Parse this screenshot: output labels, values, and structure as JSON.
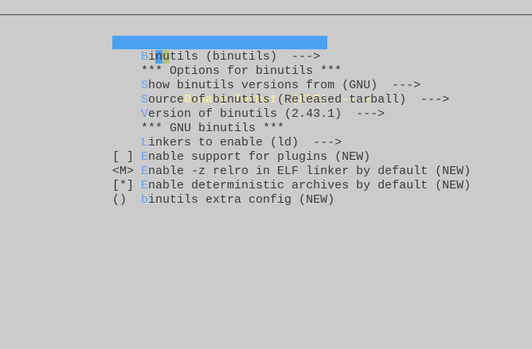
{
  "menu": {
    "items": [
      {
        "prefix": "",
        "hotkey": "B",
        "rest": "inary format: (ELF)  --->",
        "selected": true
      },
      {
        "prefix": "",
        "hotkey": "B",
        "rest": "inutils (binutils)  --->"
      },
      {
        "prefix": "",
        "hotkey": "",
        "rest": "*** Options for binutils ***"
      },
      {
        "prefix": "",
        "hotkey": "S",
        "rest": "how binutils versions from (GNU)  --->"
      },
      {
        "prefix": "",
        "hotkey": "S",
        "rest": "ource of binutils (Released tarball)  --->"
      },
      {
        "prefix": "",
        "hotkey": "V",
        "rest": "ersion of binutils (2.43.1)  --->"
      },
      {
        "prefix": "",
        "hotkey": "",
        "rest": "*** GNU binutils ***"
      },
      {
        "prefix": "",
        "hotkey": "L",
        "rest": "inkers to enable (ld)  --->"
      },
      {
        "prefix": "[ ]",
        "hotkey": "E",
        "rest": "nable support for plugins (NEW)"
      },
      {
        "prefix": "<M>",
        "hotkey": "E",
        "rest": "nable -z relro in ELF linker by default (NEW)"
      },
      {
        "prefix": "[*]",
        "hotkey": "E",
        "rest": "nable deterministic archives by default (NEW)"
      },
      {
        "prefix": "()",
        "hotkey": "b",
        "rest": "inutils extra config (NEW)"
      }
    ]
  },
  "colors": {
    "background": "#cbcbcb",
    "selection": "#4ba0f2",
    "hotkey": "#6aa3ee",
    "selected_text": "#f5e9a8"
  }
}
